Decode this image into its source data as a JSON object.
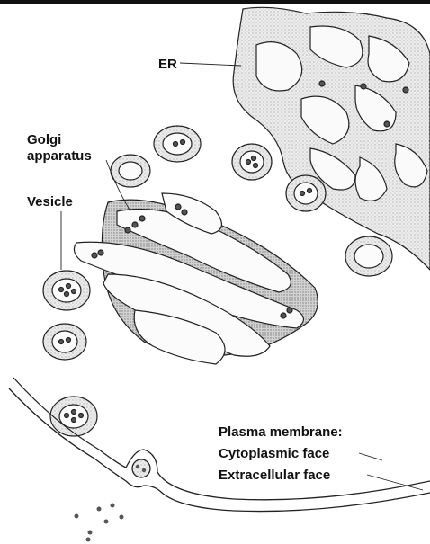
{
  "labels": {
    "er": "ER",
    "golgi_line1": "Golgi",
    "golgi_line2": "apparatus",
    "vesicle": "Vesicle",
    "plasma_membrane": "Plasma membrane:",
    "cytoplasmic_face": "Cytoplasmic face",
    "extracellular_face": "Extracellular face"
  },
  "colors": {
    "ink": "#111111",
    "stipple_light": "#e6e6e6",
    "stipple_dark": "#c9c9c9",
    "paper": "#ffffff"
  }
}
